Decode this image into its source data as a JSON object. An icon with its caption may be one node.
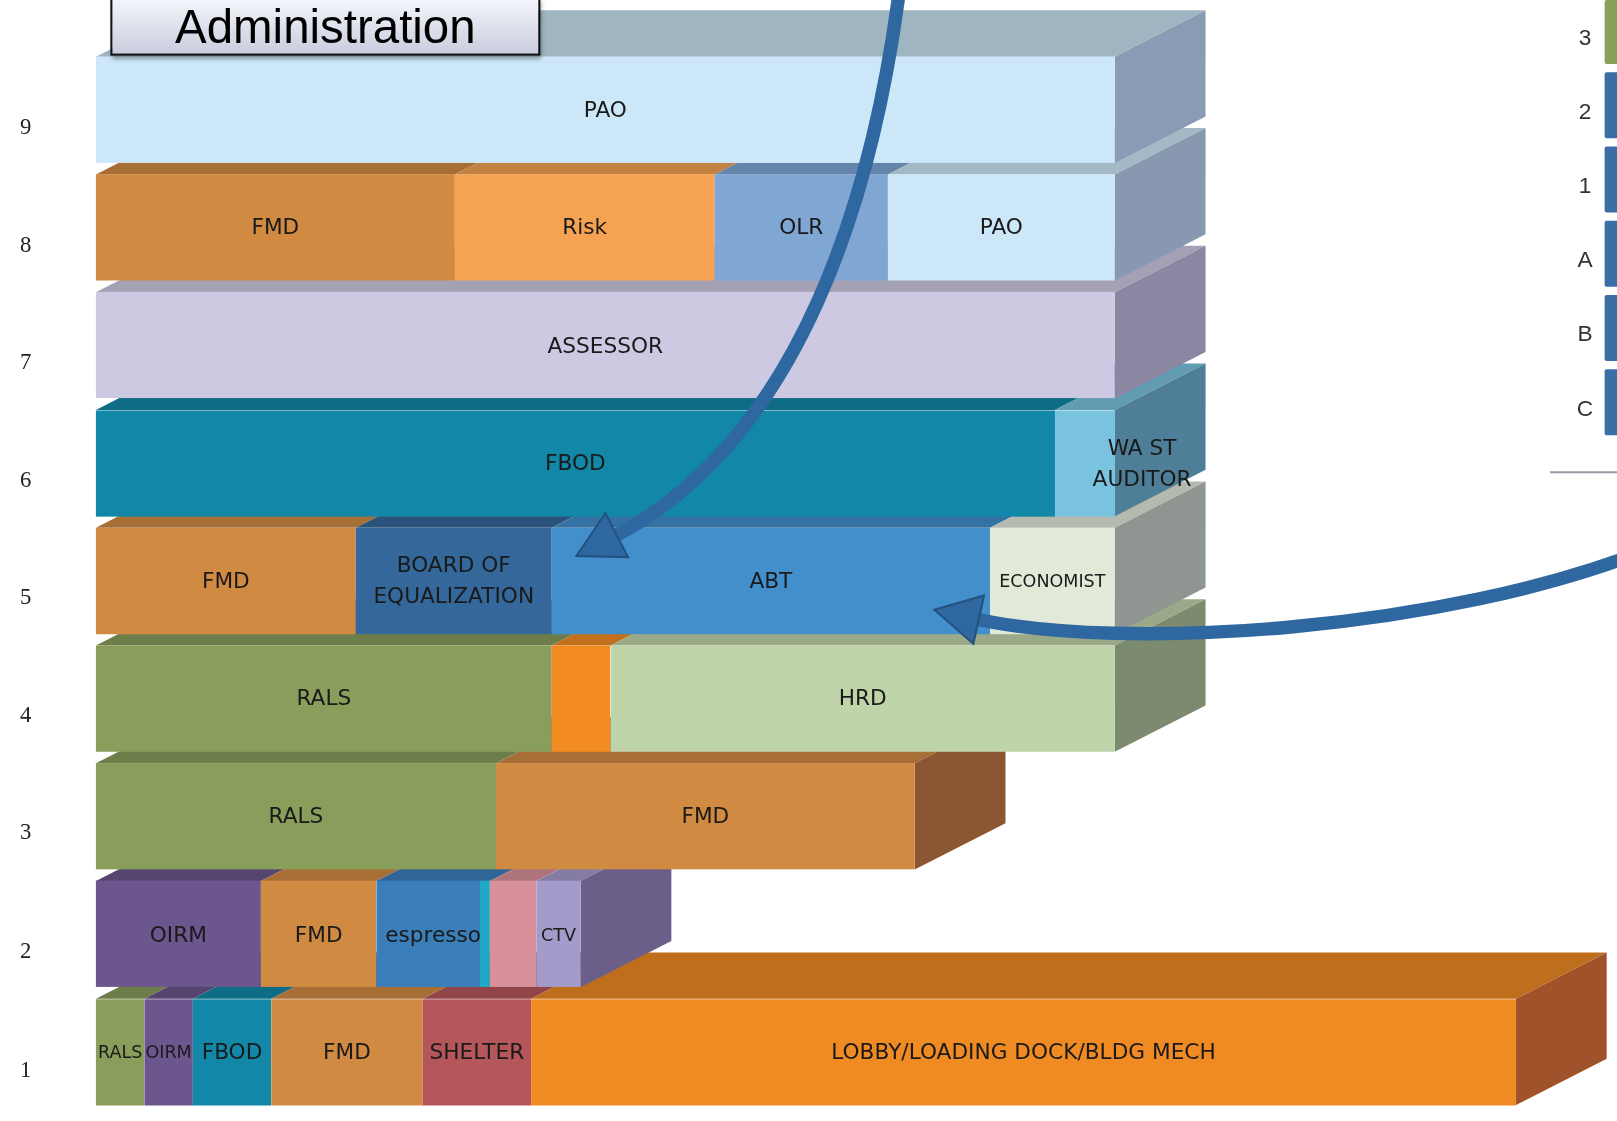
{
  "diagram": {
    "title": "Administration",
    "nodes": [
      {
        "text": [
          "PAO"
        ]
      },
      {
        "text": [
          "FMD"
        ]
      },
      {
        "text": [
          "Risk"
        ]
      },
      {
        "text": [
          "OLR"
        ]
      },
      {
        "text": [
          "PAO"
        ]
      },
      {
        "text": [
          "ASSESSOR"
        ]
      },
      {
        "text": [
          "FBOD"
        ]
      },
      {
        "text": [
          "WA ST AUDITOR"
        ]
      },
      {
        "text": [
          "FMD"
        ]
      },
      {
        "text": [
          "BOARD OF EQUALIZATION"
        ]
      },
      {
        "text": [
          "ABT"
        ]
      },
      {
        "text": [
          "ECONOMIST"
        ]
      },
      {
        "text": [
          "RALS"
        ]
      },
      {
        "text": [],
        "shape": "bar"
      },
      {
        "text": [
          "HRD"
        ]
      },
      {
        "text": [
          "RALS"
        ]
      },
      {
        "text": [
          "FMD"
        ]
      },
      {
        "text": [
          "OIRM"
        ]
      },
      {
        "text": [
          "FMD"
        ]
      },
      {
        "text": [
          "espresso"
        ]
      },
      {
        "text": [],
        "shape": "bar"
      },
      {
        "text": [
          "CTV"
        ]
      },
      {
        "text": [
          "RALS"
        ]
      },
      {
        "text": [
          "OIRM"
        ]
      },
      {
        "text": [
          "FBOD"
        ]
      },
      {
        "text": [
          "FMD"
        ]
      },
      {
        "text": [
          "SHELTER"
        ]
      },
      {
        "text": [
          "LOBBY/LOADING DOCK/BLDG MECH"
        ]
      }
    ],
    "edges": [
      {
        "from": null,
        "to": 10,
        "arrow": "to"
      },
      {
        "from": null,
        "to": 10,
        "arrow": "to"
      }
    ],
    "labels": [
      "9",
      "8",
      "7",
      "6",
      "5",
      "4",
      "3",
      "2",
      "1",
      "3",
      "2",
      "1",
      "A",
      "B",
      "C"
    ]
  }
}
